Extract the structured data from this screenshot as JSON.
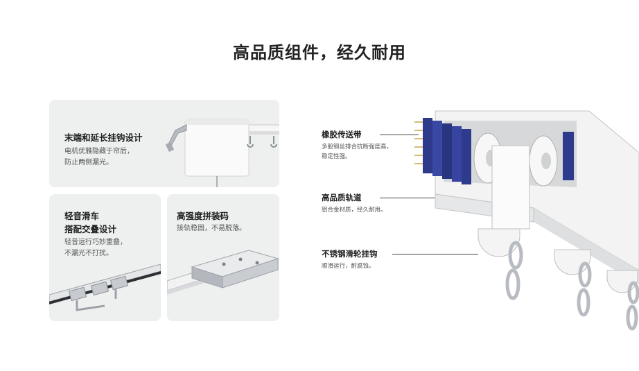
{
  "page": {
    "title": "高品质组件，经久耐用"
  },
  "cards": {
    "end_hook": {
      "title": "末端和延长挂钩设计",
      "desc_lines": [
        "电机优雅隐藏于帘后，",
        "防止两侧漏光。"
      ]
    },
    "glider": {
      "title_lines": [
        "轻音滑车",
        "搭配交叠设计"
      ],
      "desc_lines": [
        "轻音运行巧妙重叠，",
        "不漏光不打扰。"
      ]
    },
    "splice": {
      "title": "高强度拼装码",
      "desc": "接轨稳固，不易脱落。"
    }
  },
  "features": [
    {
      "title": "橡胶传送带",
      "desc_lines": [
        "多股钢丝排合抗断强度高，",
        "稳定性强。"
      ]
    },
    {
      "title": "高品质轨道",
      "desc_lines": [
        "铝合金材质，经久耐用。"
      ]
    },
    {
      "title": "不锈钢滑轮挂钩",
      "desc_lines": [
        "顺滑运行，耐腐蚀。"
      ]
    }
  ],
  "colors": {
    "card_bg": "#eef0ef",
    "belt_blue": "#2e3a8c",
    "rail_white": "#f4f4f4",
    "steel": "#b8bcc2"
  }
}
